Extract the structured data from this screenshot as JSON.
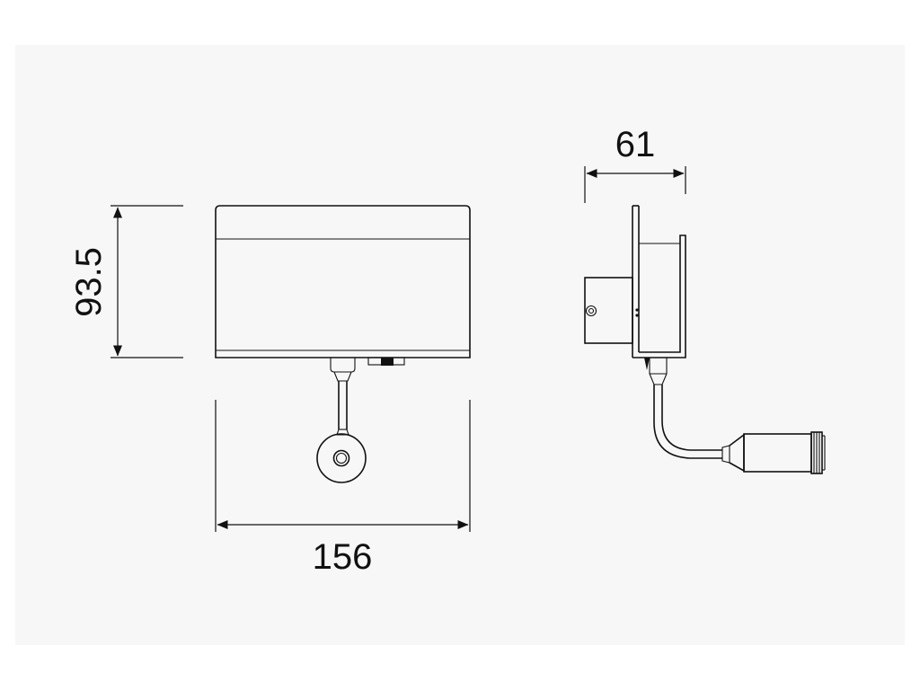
{
  "dimensions": {
    "width": "156",
    "height": "93.5",
    "depth": "61"
  }
}
